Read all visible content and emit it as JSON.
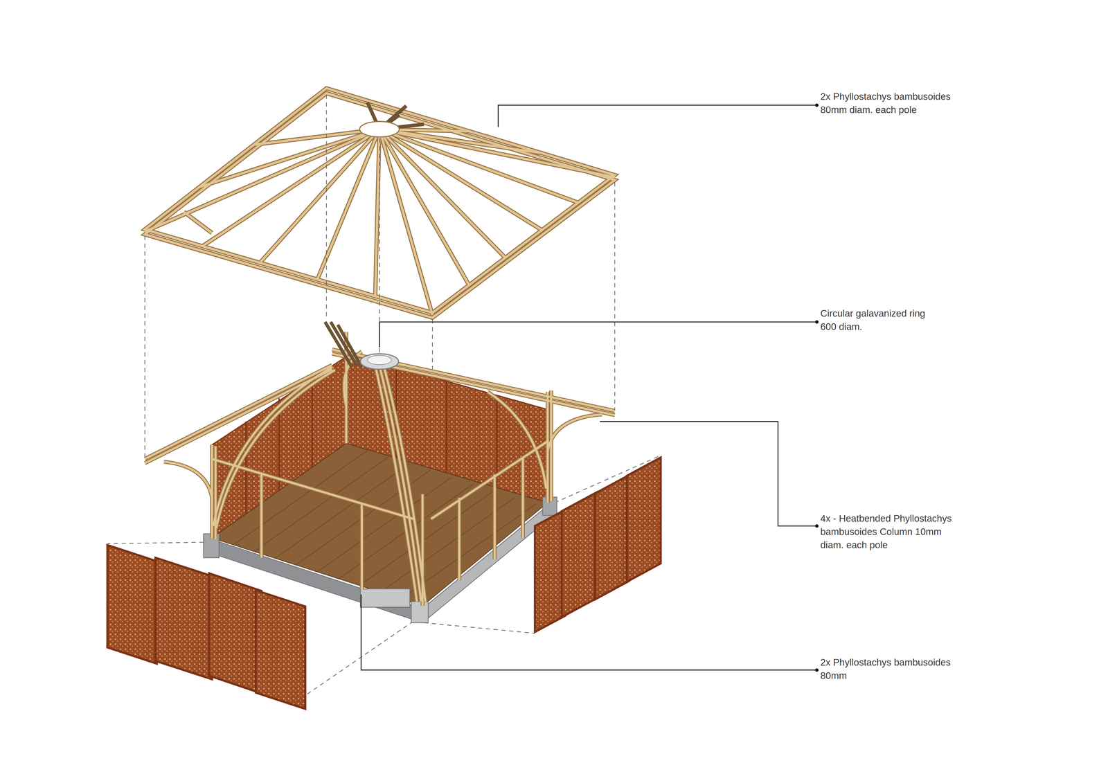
{
  "diagram": {
    "labels": [
      "2x Phyllostachys bambusoides 80mm diam. each pole",
      "Circular galavanized ring 600 diam.",
      "4x - Heatbended Phyllostachys bambusoides Column 10mm diam. each pole",
      "2x Phyllostachys bambusoides 80mm"
    ]
  }
}
